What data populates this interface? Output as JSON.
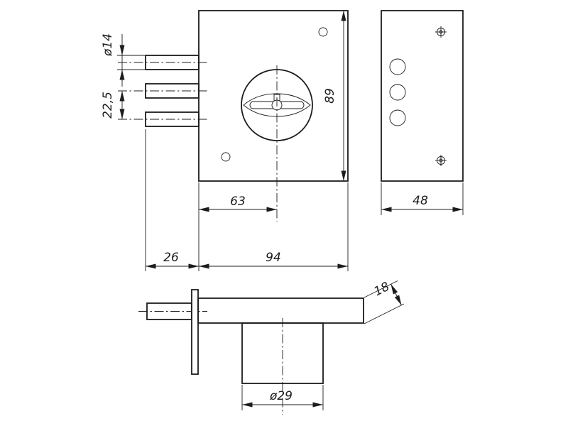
{
  "drawing": {
    "colors": {
      "line": "#1c1c1c",
      "background": "#ffffff"
    },
    "labels": {
      "dia14": "ø14",
      "s225": "22,5",
      "h89": "89",
      "w63": "63",
      "w26": "26",
      "w94": "94",
      "d48": "48",
      "t18": "18",
      "dia29": "ø29"
    }
  }
}
